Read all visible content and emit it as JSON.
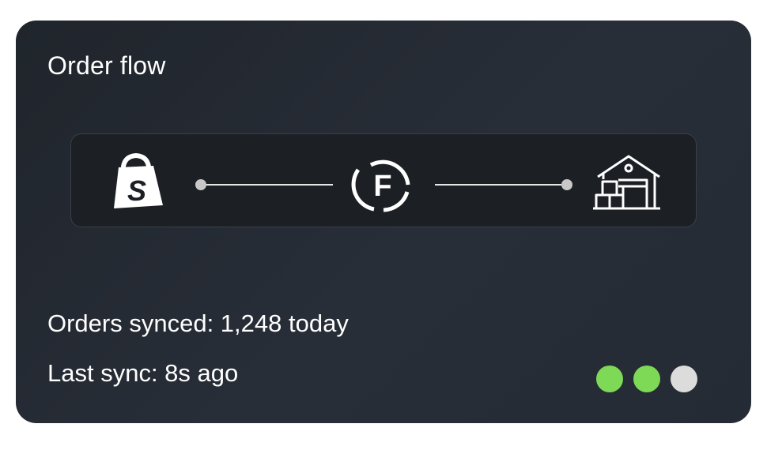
{
  "card": {
    "title": "Order flow"
  },
  "flow": {
    "source_icon": "shopify-bag-icon",
    "source_letter": "S",
    "hub_icon": "fulfillment-f-icon",
    "hub_letter": "F",
    "destination_icon": "warehouse-icon"
  },
  "stats": {
    "orders_synced": "Orders synced: 1,248 today",
    "last_sync": "Last sync: 8s ago"
  },
  "status_dots": [
    {
      "name": "status-dot-1",
      "color": "#7ed957"
    },
    {
      "name": "status-dot-2",
      "color": "#7ed957"
    },
    {
      "name": "status-dot-3",
      "color": "#dcdcdc"
    }
  ]
}
